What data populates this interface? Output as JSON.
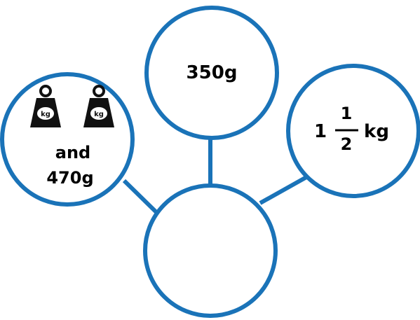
{
  "diagram": {
    "top_circle": {
      "text": "350g"
    },
    "left_circle": {
      "weights": [
        {
          "icon": "kg-weight-icon",
          "label": "kg"
        },
        {
          "icon": "kg-weight-icon",
          "label": "kg"
        }
      ],
      "line1": "and",
      "line2": "470g"
    },
    "right_circle": {
      "whole": "1",
      "numerator": "1",
      "denominator": "2",
      "unit": "kg"
    },
    "center_circle": {
      "text": ""
    },
    "colors": {
      "circle_stroke": "#1a73b8",
      "weight_fill": "#111111",
      "weight_label_bg": "#ffffff"
    }
  }
}
